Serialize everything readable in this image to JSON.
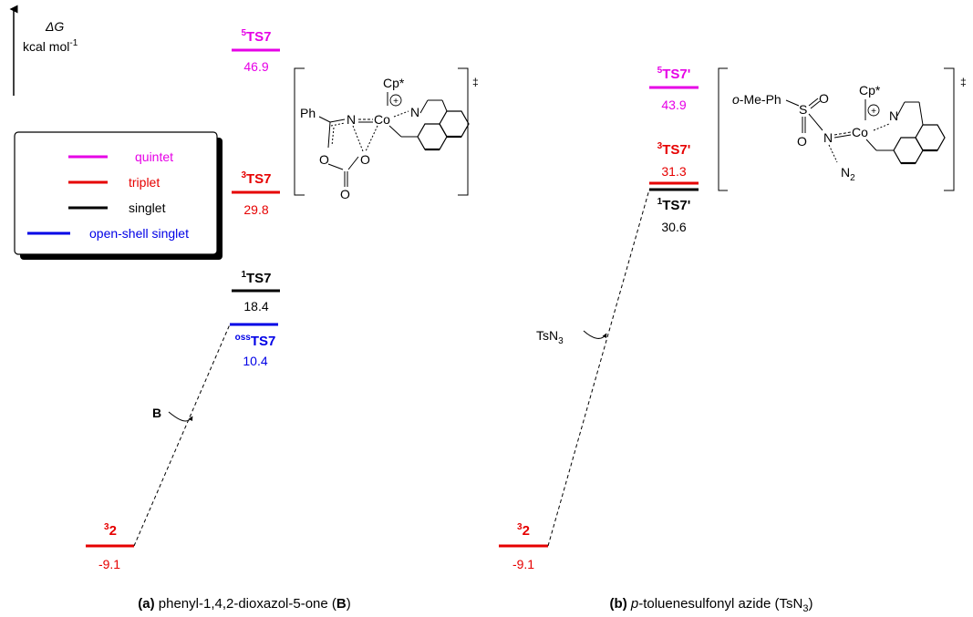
{
  "axis": {
    "symbol": "ΔG",
    "unit_main": "kcal mol",
    "unit_sup": "-1"
  },
  "legend": {
    "items": [
      {
        "label": "quintet",
        "color": "#e600e6"
      },
      {
        "label": "triplet",
        "color": "#e60000"
      },
      {
        "label": "singlet",
        "color": "#000000"
      },
      {
        "label": "open-shell singlet",
        "color": "#0000e6"
      }
    ]
  },
  "colors": {
    "quintet": "#e600e6",
    "triplet": "#e60000",
    "singlet": "#000000",
    "open_shell": "#0000e6"
  },
  "panel_a": {
    "caption": {
      "prefix": "(a)",
      "text": " phenyl-1,4,2-dioxazol-5-one (",
      "bold": "B",
      "suffix": ")"
    },
    "reagent": "B",
    "levels": [
      {
        "sup": "5",
        "name": "TS7",
        "value": "46.9",
        "spin": "quintet"
      },
      {
        "sup": "3",
        "name": "TS7",
        "value": "29.8",
        "spin": "triplet"
      },
      {
        "sup": "1",
        "name": "TS7",
        "value": "18.4",
        "spin": "singlet"
      },
      {
        "sup": "oss",
        "name": "TS7",
        "value": "10.4",
        "spin": "open_shell"
      },
      {
        "sup": "3",
        "name": "2",
        "value": "-9.1",
        "spin": "triplet"
      }
    ],
    "structure": {
      "cp": "Cp*",
      "co": "Co",
      "n_amide": "N",
      "n_quin": "N",
      "ph": "Ph",
      "o1": "O",
      "o2": "O",
      "o3": "O",
      "plus": "+",
      "dagger": "‡"
    }
  },
  "panel_b": {
    "caption": {
      "prefix": "(b)",
      "ital": " p",
      "text": "-toluenesulfonyl azide (TsN",
      "sub": "3",
      "suffix": ")"
    },
    "reagent": {
      "main": "TsN",
      "sub": "3"
    },
    "levels": [
      {
        "sup": "5",
        "name": "TS7'",
        "value": "43.9",
        "spin": "quintet"
      },
      {
        "sup": "3",
        "name": "TS7'",
        "value": "31.3",
        "spin": "triplet"
      },
      {
        "sup": "1",
        "name": "TS7'",
        "value": "30.6",
        "spin": "singlet"
      },
      {
        "sup": "3",
        "name": "2",
        "value": "-9.1",
        "spin": "triplet"
      }
    ],
    "structure": {
      "ome": "o",
      "ome_rest": "-Me-Ph",
      "s": "S",
      "o1": "O",
      "o2": "O",
      "n": "N",
      "co": "Co",
      "n_quin": "N",
      "cp": "Cp*",
      "n2": "N",
      "n2_sub": "2",
      "plus": "+",
      "dagger": "‡"
    }
  }
}
